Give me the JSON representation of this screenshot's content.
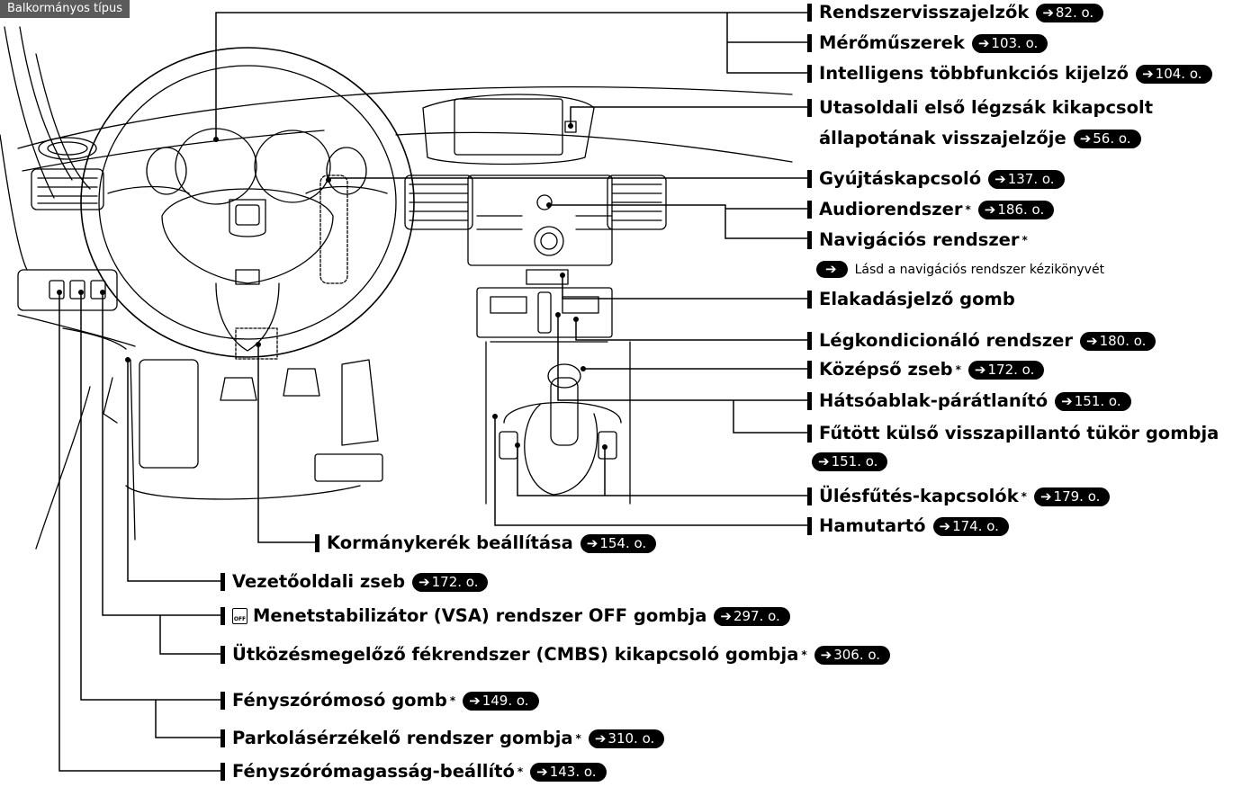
{
  "variant_tag": "Balkormányos típus",
  "icons": {
    "arrow": "arrow-right-icon",
    "vsa": "vsa-off-icon"
  },
  "colors": {
    "ink": "#000000",
    "tag_bg": "#5b5b5b",
    "ref_bg": "#000000",
    "ref_text": "#ffffff"
  },
  "right_labels": [
    {
      "id": "indicators",
      "text": "Rendszervisszajelzők",
      "ref": "82. o.",
      "asterisk": false
    },
    {
      "id": "gauges",
      "text": "Mérőműszerek",
      "ref": "103. o.",
      "asterisk": false
    },
    {
      "id": "imid",
      "text": "Intelligens többfunkciós kijelző",
      "ref": "104. o.",
      "asterisk": false
    },
    {
      "id": "airbag_line1",
      "text": "Utasoldali első légzsák kikapcsolt",
      "ref": "",
      "asterisk": false
    },
    {
      "id": "airbag_line2",
      "text": "állapotának visszajelzője",
      "ref": "56. o.",
      "asterisk": false
    },
    {
      "id": "ignition",
      "text": "Gyújtáskapcsoló",
      "ref": "137. o.",
      "asterisk": false
    },
    {
      "id": "audio",
      "text": "Audiorendszer",
      "ref": "186. o.",
      "asterisk": true
    },
    {
      "id": "navigation",
      "text": "Navigációs rendszer",
      "ref": "",
      "asterisk": true
    },
    {
      "id": "hazard",
      "text": "Elakadásjelző gomb",
      "ref": "",
      "asterisk": false
    },
    {
      "id": "climate",
      "text": "Légkondicionáló rendszer",
      "ref": "180. o.",
      "asterisk": false
    },
    {
      "id": "center_pocket",
      "text": "Középső zseb",
      "ref": "172. o.",
      "asterisk": true
    },
    {
      "id": "rear_defrost",
      "text": "Hátsóablak-párátlanító",
      "ref": "151. o.",
      "asterisk": false
    },
    {
      "id": "mirror_heat",
      "text": "Fűtött külső visszapillantó tükör gombja",
      "ref": "",
      "asterisk": false
    },
    {
      "id": "mirror_heat_ref",
      "text": "",
      "ref": "151. o.",
      "asterisk": false
    },
    {
      "id": "seat_heat",
      "text": "Ülésfűtés-kapcsolók",
      "ref": "179. o.",
      "asterisk": true
    },
    {
      "id": "ashtray",
      "text": "Hamutartó",
      "ref": "174. o.",
      "asterisk": false
    }
  ],
  "nav_note": {
    "text": "Lásd a navigációs rendszer kézikönyvét"
  },
  "bottom_labels": [
    {
      "id": "steering_adjust",
      "text": "Kormánykerék beállítása",
      "ref": "154. o.",
      "asterisk": false,
      "icon": false
    },
    {
      "id": "driver_pocket",
      "text": "Vezetőoldali zseb",
      "ref": "172. o.",
      "asterisk": false,
      "icon": false
    },
    {
      "id": "vsa_off",
      "text": "Menetstabilizátor (VSA) rendszer OFF gombja",
      "ref": "297. o.",
      "asterisk": false,
      "icon": true,
      "icon_text": "OFF"
    },
    {
      "id": "cmbs_off",
      "text": "Ütközésmegelőző fékrendszer (CMBS) kikapcsoló gombja",
      "ref": "306. o.",
      "asterisk": true,
      "icon": false
    },
    {
      "id": "headlight_washer",
      "text": "Fényszórómosó gomb",
      "ref": "149. o.",
      "asterisk": true,
      "icon": false
    },
    {
      "id": "parking_sensor",
      "text": "Parkolásérzékelő rendszer gombja",
      "ref": "310. o.",
      "asterisk": true,
      "icon": false
    },
    {
      "id": "headlight_level",
      "text": "Fényszórómagasság-beállító",
      "ref": "143. o.",
      "asterisk": true,
      "icon": false
    }
  ]
}
